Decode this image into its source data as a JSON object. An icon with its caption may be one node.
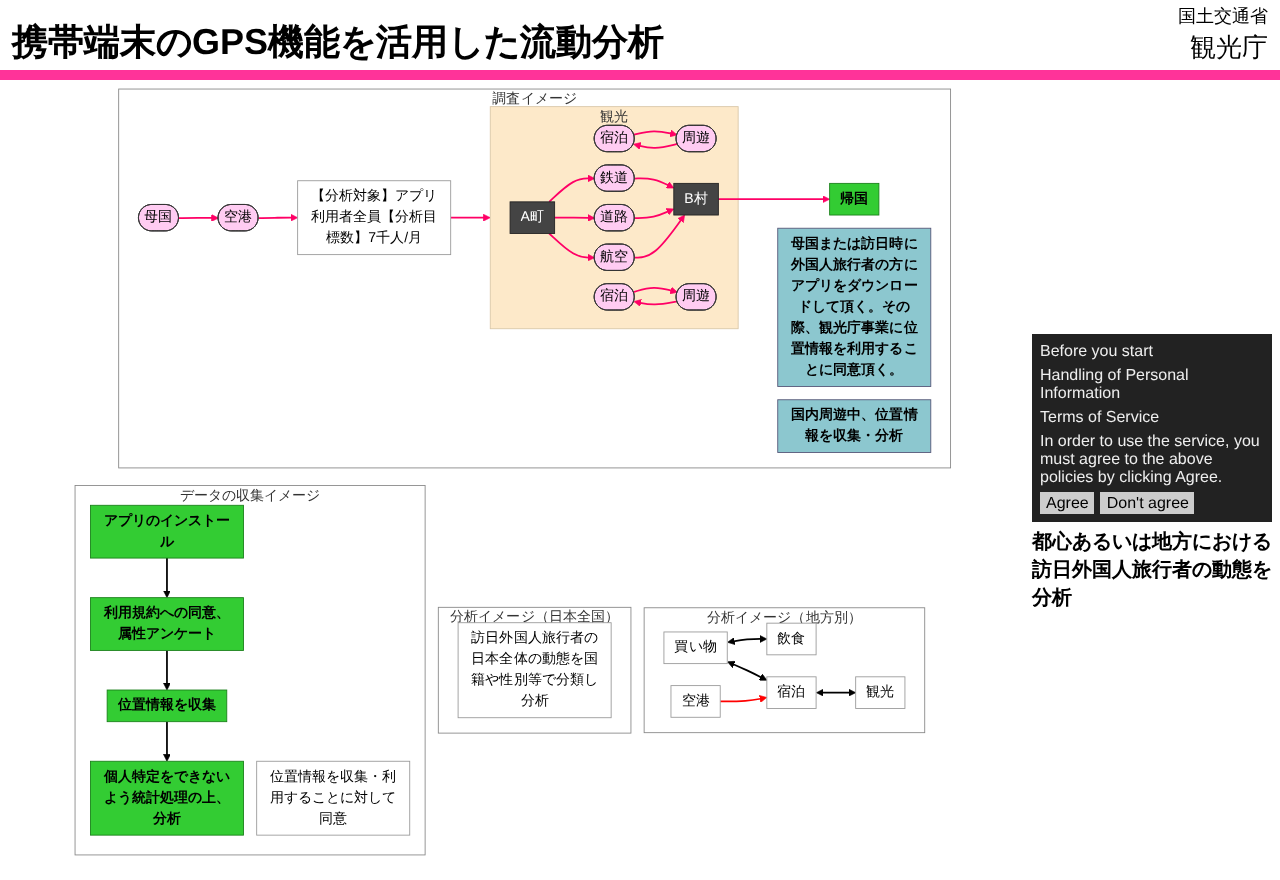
{
  "diagram": {
    "title": "携帯端末のGPS機能を活用した流動分析",
    "nodes": [
      {
        "text": [
          "調査イメージ"
        ]
      },
      {
        "text": [
          "母国"
        ],
        "in": 0
      },
      {
        "text": [
          "空港"
        ],
        "in": 0
      },
      {
        "text": [
          "【分析対象】アプリ利用者全員【分析目標数】7千人/月"
        ],
        "in": 0
      },
      {
        "text": [
          "母国または訪日時に外国人旅行者の方にアプリをダウンロードして頂く。その際、観光庁事業に位置情報を利用することに同意頂く。"
        ],
        "in": 0
      },
      {
        "text": [
          "観光"
        ],
        "in": 0
      },
      {
        "text": [
          "A町"
        ],
        "in": 5
      },
      {
        "text": [
          "B村"
        ],
        "in": 5
      },
      {
        "text": [
          "宿泊"
        ],
        "in": 5
      },
      {
        "text": [
          "周遊"
        ],
        "in": 5
      },
      {
        "text": [
          "鉄道"
        ],
        "in": 5
      },
      {
        "text": [
          "道路"
        ],
        "in": 5
      },
      {
        "text": [
          "航空"
        ],
        "in": 5
      },
      {
        "text": [
          "宿泊"
        ],
        "in": 5
      },
      {
        "text": [
          "周遊"
        ],
        "in": 5
      },
      {
        "text": [
          "国内周遊中、位置情報を収集・分析"
        ],
        "in": 0
      },
      {
        "text": [
          "帰国"
        ],
        "in": 0
      },
      {
        "text": [
          "データの収集イメージ"
        ]
      },
      {
        "text": [
          "アプリのインストール"
        ],
        "in": 17
      },
      {
        "text": [
          "利用規約への同意、属性アンケート"
        ],
        "in": 17
      },
      {
        "text": [
          "位置情報を収集"
        ],
        "in": 17
      },
      {
        "text": [
          "個人特定をできないよう統計処理の上、分析"
        ],
        "in": 17
      },
      {
        "text": [
          "位置情報を収集・利用することに対して同意"
        ],
        "in": 17
      },
      {
        "text": [
          "分析イメージ（日本全国）"
        ]
      },
      {
        "text": [
          "訪日外国人旅行者の日本全体の動態を国籍や性別等で分類し分析"
        ],
        "in": 23
      },
      {
        "text": [
          "分析イメージ（地方別）"
        ]
      },
      {
        "text": [
          "買い物"
        ],
        "in": 25
      },
      {
        "text": [
          "飲食"
        ],
        "in": 25
      },
      {
        "text": [
          "宿泊"
        ],
        "in": 25
      },
      {
        "text": [
          "観光"
        ],
        "in": 25
      },
      {
        "text": [
          "空港"
        ],
        "in": 25
      }
    ],
    "edges": [
      {
        "from": 1,
        "to": 2,
        "arrow": "to"
      },
      {
        "from": 2,
        "to": 3,
        "arrow": "to"
      },
      {
        "from": 3,
        "to": 5,
        "arrow": "to"
      },
      {
        "from": 8,
        "to": 9,
        "arrow": "to"
      },
      {
        "from": 9,
        "to": 8,
        "arrow": "to"
      },
      {
        "from": 6,
        "to": 10,
        "arrow": "to"
      },
      {
        "from": 10,
        "to": 7,
        "arrow": "to"
      },
      {
        "from": 6,
        "to": 11,
        "arrow": "to"
      },
      {
        "from": 11,
        "to": 7,
        "arrow": "to"
      },
      {
        "from": 6,
        "to": 12,
        "arrow": "to"
      },
      {
        "from": 12,
        "to": 7,
        "arrow": "to"
      },
      {
        "from": 13,
        "to": 14,
        "arrow": "to"
      },
      {
        "from": 14,
        "to": 13,
        "arrow": "to"
      },
      {
        "from": 7,
        "to": 16,
        "arrow": "to"
      },
      {
        "from": 18,
        "to": 19,
        "arrow": "to",
        "color": "#000000"
      },
      {
        "from": 19,
        "to": 20,
        "arrow": "to",
        "color": "#000000"
      },
      {
        "from": 20,
        "to": 21,
        "arrow": "to",
        "color": "#000000"
      },
      {
        "from": 26,
        "to": 27,
        "arrow": "both",
        "color": "#000000"
      },
      {
        "from": 26,
        "to": 28,
        "arrow": "both",
        "color": "#000000"
      },
      {
        "from": 28,
        "to": 29,
        "arrow": "both",
        "color": "#000000"
      },
      {
        "from": 30,
        "to": 28,
        "arrow": "to",
        "color": "#ff0000"
      }
    ],
    "labels": [
      "国土交通省",
      "観光庁",
      "Before you start",
      "Handling of Personal Information",
      "Terms of Service",
      "In order to use the service, you must agree to the above policies by clicking Agree.",
      "Agree",
      "Don't agree",
      "都心あるいは地方における訪日外国人旅行者の動態を分析"
    ]
  }
}
